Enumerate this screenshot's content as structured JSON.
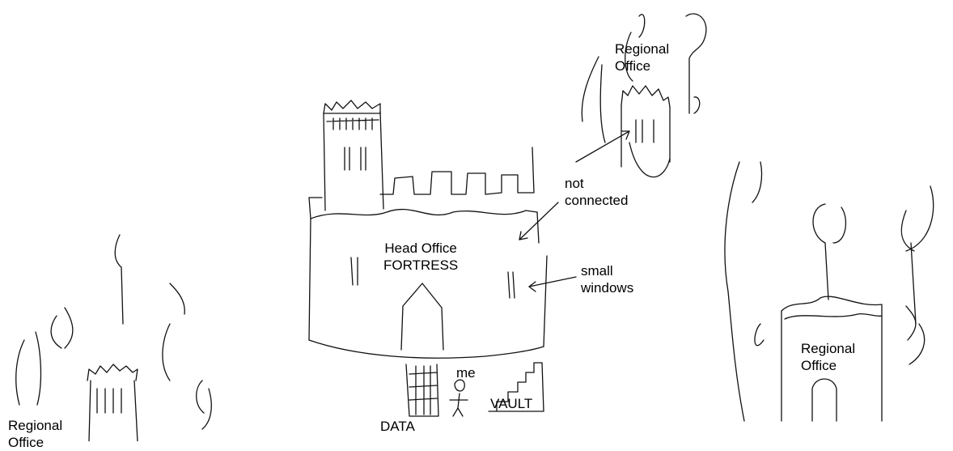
{
  "labels": {
    "regional_office_top": "Regional\nOffice",
    "regional_office_right": "Regional\nOffice",
    "regional_office_left": "Regional\nOffice",
    "head_office": "Head Office\nFORTRESS",
    "not_connected": "not\nconnected",
    "small_windows": "small\nwindows",
    "me": "me",
    "vault": "VAULT",
    "data": "DATA"
  }
}
